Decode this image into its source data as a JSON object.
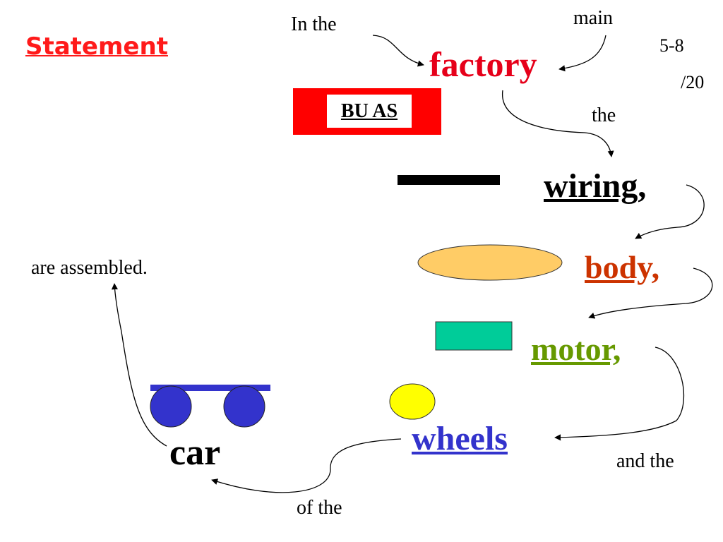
{
  "heading": "Statement",
  "slide_number": "5-8",
  "slide_total": "/20",
  "connectors": {
    "in_the": "In the",
    "main": "main",
    "the": "the",
    "and_the": "and the",
    "of_the": "of the",
    "are_assembled": "are assembled."
  },
  "words": {
    "factory": "factory",
    "wiring": "wiring,",
    "body": "body,",
    "motor": "motor,",
    "wheels": "wheels",
    "car": "car"
  },
  "logo": {
    "text": "BU AS",
    "frame_color": "#ff0000"
  },
  "colors": {
    "heading": "#ff1a1a",
    "factory": "#e6001a",
    "wiring": "#000000",
    "body": "#cc3300",
    "motor": "#669900",
    "wheels": "#3333cc",
    "car": "#000000",
    "wire_bar": "#000000",
    "body_ellipse": "#ffcc66",
    "motor_rect": "#00cc99",
    "wheel_circle": "#ffff00",
    "car_icon": "#3333cc"
  },
  "icons": [
    "wire-bar-icon",
    "body-ellipse-icon",
    "motor-rectangle-icon",
    "wheel-circle-icon",
    "car-icon"
  ]
}
